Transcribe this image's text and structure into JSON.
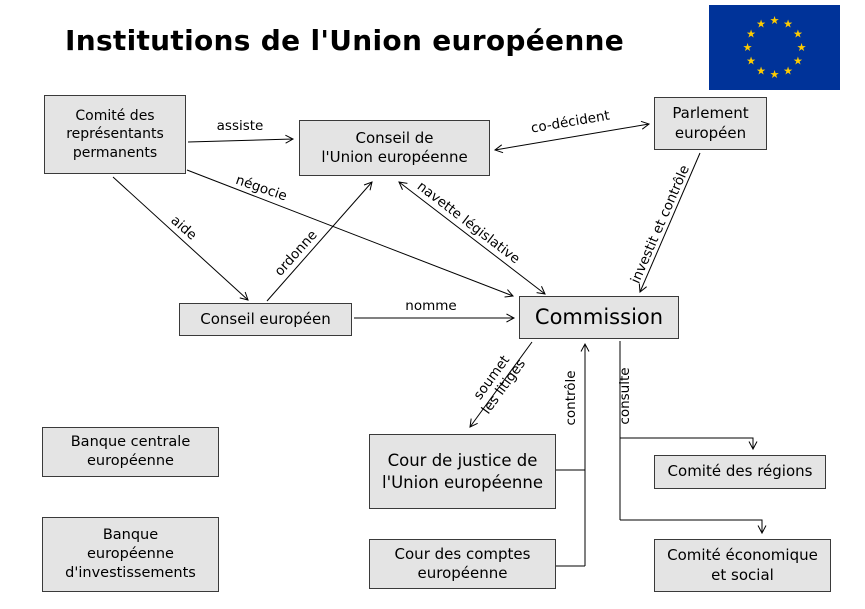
{
  "title": "Institutions de l'Union européenne",
  "flag": {
    "name": "eu-flag",
    "background": "#003399",
    "star_color": "#FFCC00",
    "star_glyph": "★"
  },
  "nodes": {
    "coreper": {
      "lines": [
        "Comité des",
        "représentants",
        "permanents"
      ]
    },
    "conseil_ue": {
      "lines": [
        "Conseil de",
        "l'Union européenne"
      ]
    },
    "parlement": {
      "lines": [
        "Parlement",
        "européen"
      ]
    },
    "conseil_europeen": {
      "lines": [
        "Conseil européen"
      ]
    },
    "commission": {
      "lines": [
        "Commission"
      ]
    },
    "banque_centrale": {
      "lines": [
        "Banque centrale",
        "européenne"
      ]
    },
    "cour_justice": {
      "lines": [
        "Cour de justice de",
        "l'Union européenne"
      ]
    },
    "cour_comptes": {
      "lines": [
        "Cour des comptes",
        "européenne"
      ]
    },
    "comite_regions": {
      "lines": [
        "Comité des régions"
      ]
    },
    "comite_eco_social": {
      "lines": [
        "Comité économique",
        "et social"
      ]
    },
    "banque_invest": {
      "lines": [
        "Banque",
        "européenne",
        "d'investissements"
      ]
    }
  },
  "edges": {
    "assiste": "assiste",
    "co_decident": "co-décident",
    "negocie": "négocie",
    "aide": "aide",
    "ordonne": "ordonne",
    "navette": "navette législative",
    "investit": "investit et contrôle",
    "nomme": "nomme",
    "soumet_line1": "soumet",
    "soumet_line2": "les litiges",
    "controle": "contrôle",
    "consulte": "consulte"
  }
}
